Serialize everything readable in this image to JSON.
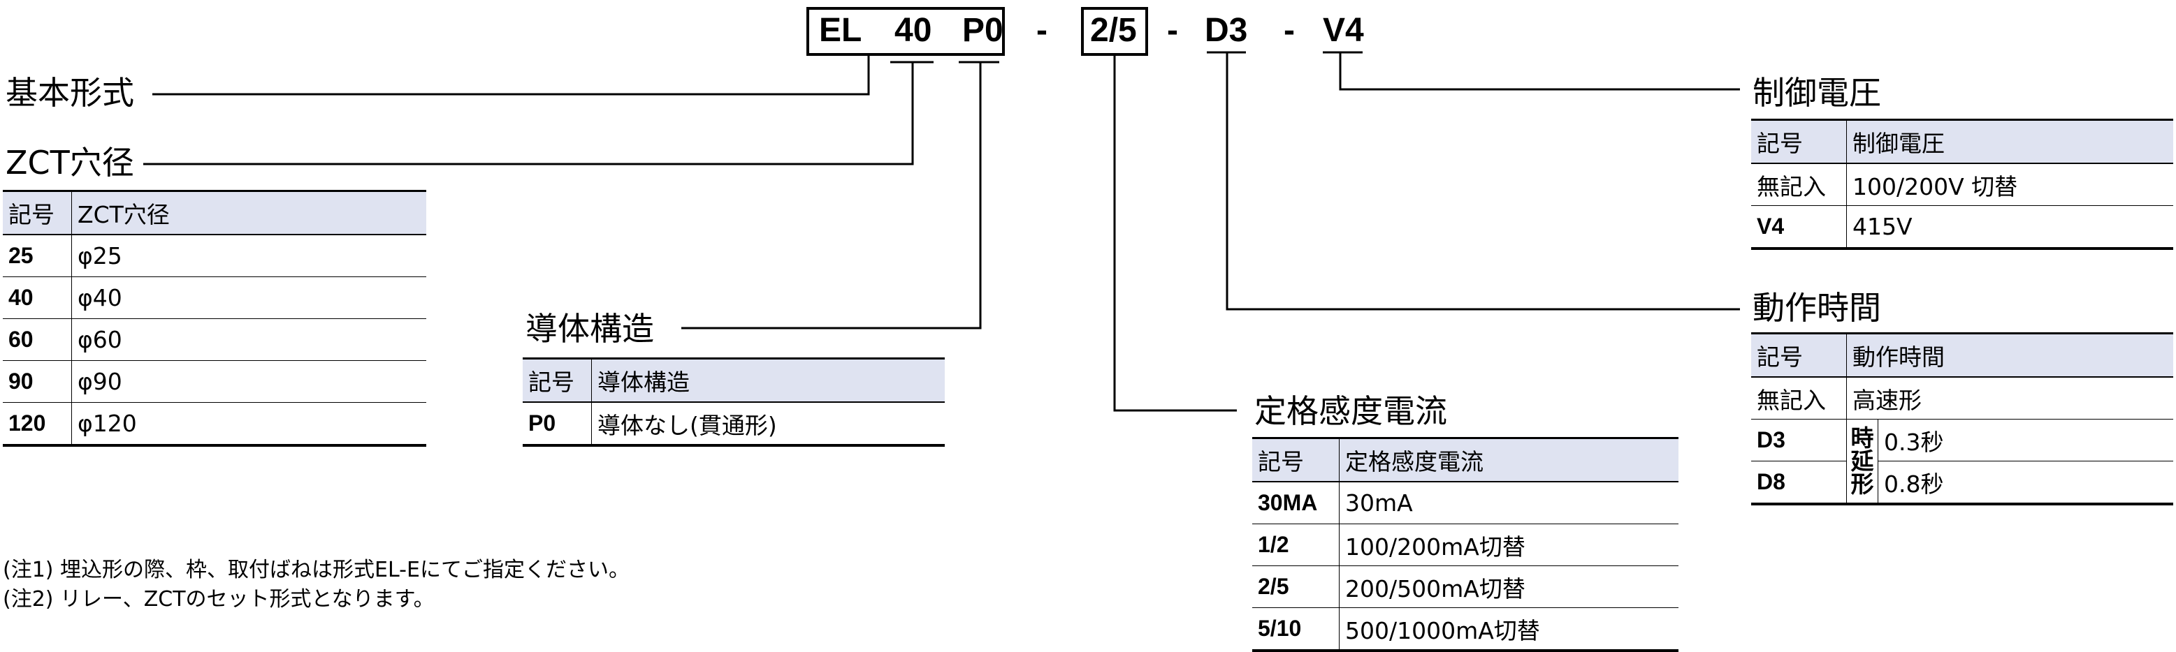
{
  "model_code": {
    "boxed_group": [
      "EL",
      "40",
      "P0"
    ],
    "dash1": "-",
    "rating": "2/5",
    "dash2": "-",
    "time": "D3",
    "dash3": "-",
    "voltage": "V4"
  },
  "labels": {
    "base": "基本形式",
    "zct": "ZCT穴径",
    "conductor": "導体構造",
    "sensitivity": "定格感度電流",
    "voltage": "制御電圧",
    "operation": "動作時間"
  },
  "tables": {
    "zct": {
      "header": [
        "記号",
        "ZCT穴径"
      ],
      "rows": [
        [
          "25",
          "φ25"
        ],
        [
          "40",
          "φ40"
        ],
        [
          "60",
          "φ60"
        ],
        [
          "90",
          "φ90"
        ],
        [
          "120",
          "φ120"
        ]
      ]
    },
    "conductor": {
      "header": [
        "記号",
        "導体構造"
      ],
      "rows": [
        [
          "P0",
          "導体なし(貫通形)"
        ]
      ]
    },
    "sensitivity": {
      "header": [
        "記号",
        "定格感度電流"
      ],
      "rows": [
        [
          "30MA",
          "30mA"
        ],
        [
          "1/2",
          "100/200mA切替"
        ],
        [
          "2/5",
          "200/500mA切替"
        ],
        [
          "5/10",
          "500/1000mA切替"
        ]
      ]
    },
    "voltage": {
      "header": [
        "記号",
        "制御電圧"
      ],
      "rows": [
        [
          "無記入",
          "100/200V 切替"
        ],
        [
          "V4",
          "415V"
        ]
      ]
    },
    "operation": {
      "header": [
        "記号",
        "動作時間"
      ],
      "high_speed": [
        "無記入",
        "高速形"
      ],
      "timer_label": [
        "時",
        "延",
        "形"
      ],
      "timer_rows": [
        [
          "D3",
          "0.3秒"
        ],
        [
          "D8",
          "0.8秒"
        ]
      ]
    }
  },
  "notes": [
    "(注1) 埋込形の際、枠、取付ばねは形式EL-Eにてご指定ください。",
    "(注2) リレー、ZCTのセット形式となります。"
  ]
}
